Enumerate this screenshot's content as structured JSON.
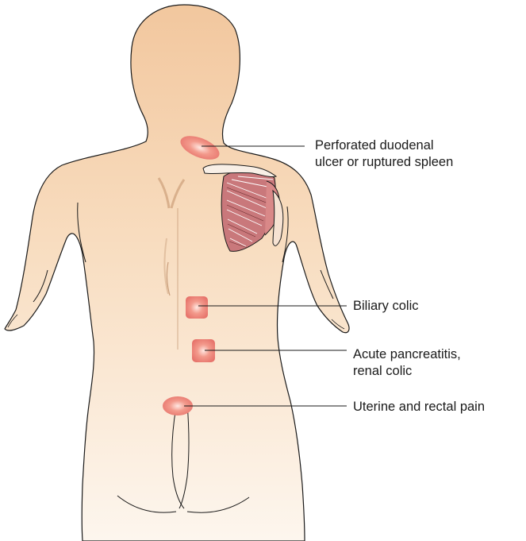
{
  "colors": {
    "skin_top": "#f2c79e",
    "skin_bottom": "#fdf6ee",
    "outline": "#1a1a1a",
    "pain_marker": "#e87a6e",
    "muscle": "#b5656a"
  },
  "labels": {
    "duodenal_line1": "Perforated duodenal",
    "duodenal_line2": "ulcer or ruptured spleen",
    "biliary": "Biliary colic",
    "pancreatitis_line1": "Acute pancreatitis,",
    "pancreatitis_line2": "renal colic",
    "uterine": "Uterine and rectal pain"
  }
}
